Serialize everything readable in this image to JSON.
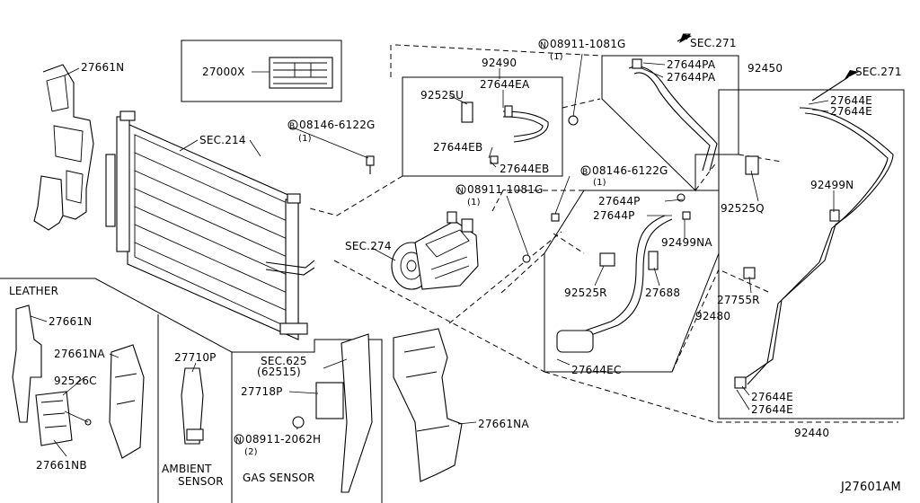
{
  "diagram_code": "J27601AM",
  "label_box": {
    "part": "27000X"
  },
  "sections": {
    "leather": "LEATHER",
    "ambient_sensor": [
      "AMBIENT",
      "SENSOR"
    ],
    "gas_sensor": "GAS SENSOR"
  },
  "callouts": [
    {
      "id": "c01",
      "text": "27661N"
    },
    {
      "id": "c02",
      "text": "SEC.214"
    },
    {
      "id": "c03",
      "text": "08146-6122G",
      "prefix": "B"
    },
    {
      "id": "c04",
      "text": "(1)"
    },
    {
      "id": "c05",
      "text": "92490"
    },
    {
      "id": "c06",
      "text": "27644EA"
    },
    {
      "id": "c07",
      "text": "92525U"
    },
    {
      "id": "c08",
      "text": "27644EB"
    },
    {
      "id": "c09",
      "text": "27644EB"
    },
    {
      "id": "c10",
      "text": "08911-1081G",
      "prefix": "N"
    },
    {
      "id": "c11",
      "text": "(1)"
    },
    {
      "id": "c12",
      "text": "SEC.271"
    },
    {
      "id": "c13",
      "text": "27644PA"
    },
    {
      "id": "c14",
      "text": "27644PA"
    },
    {
      "id": "c15",
      "text": "92450"
    },
    {
      "id": "c16",
      "text": "SEC.271"
    },
    {
      "id": "c17",
      "text": "27644E"
    },
    {
      "id": "c18",
      "text": "27644E"
    },
    {
      "id": "c19",
      "text": "08146-6122G",
      "prefix": "B"
    },
    {
      "id": "c20",
      "text": "(1)"
    },
    {
      "id": "c21",
      "text": "92525Q"
    },
    {
      "id": "c22",
      "text": "92499N"
    },
    {
      "id": "c23",
      "text": "08911-1081G",
      "prefix": "N"
    },
    {
      "id": "c24",
      "text": "(1)"
    },
    {
      "id": "c25",
      "text": "27644P"
    },
    {
      "id": "c26",
      "text": "27644P"
    },
    {
      "id": "c27",
      "text": "92499NA"
    },
    {
      "id": "c28",
      "text": "SEC.274"
    },
    {
      "id": "c29",
      "text": "92525R"
    },
    {
      "id": "c30",
      "text": "27688"
    },
    {
      "id": "c31",
      "text": "27755R"
    },
    {
      "id": "c32",
      "text": "92480"
    },
    {
      "id": "c33",
      "text": "27644EC"
    },
    {
      "id": "c34",
      "text": "27644E"
    },
    {
      "id": "c35",
      "text": "27644E"
    },
    {
      "id": "c36",
      "text": "92440"
    },
    {
      "id": "c37",
      "text": "27661N"
    },
    {
      "id": "c38",
      "text": "27661NA"
    },
    {
      "id": "c39",
      "text": "92526C"
    },
    {
      "id": "c40",
      "text": "27661NB"
    },
    {
      "id": "c41",
      "text": "27710P"
    },
    {
      "id": "c42",
      "text": "SEC.625"
    },
    {
      "id": "c43",
      "text": "(62515)"
    },
    {
      "id": "c44",
      "text": "27718P"
    },
    {
      "id": "c45",
      "text": "08911-2062H",
      "prefix": "N"
    },
    {
      "id": "c46",
      "text": "(2)"
    },
    {
      "id": "c47",
      "text": "27661NA"
    }
  ]
}
